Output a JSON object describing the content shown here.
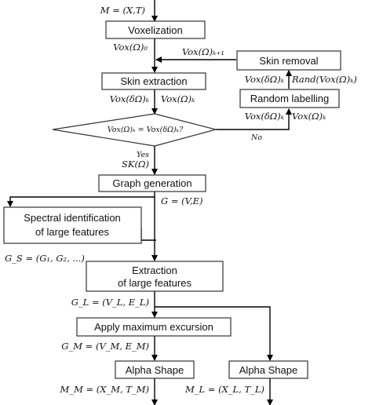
{
  "labels": {
    "input": "M = (X,T)",
    "vox0": "Vox(Ω)₀",
    "voxk1": "Vox(Ω)ₖ₊₁",
    "skin_out_left": "Vox(δΩ)ₖ",
    "skin_out_right": "Vox(Ω)ₖ",
    "rand_vox_left": "Vox(δΩ)ₖ",
    "rand_vox_right": "Rand(Vox(Ω)ₖ)",
    "no_vox_left": "Vox(δΩ)ₖ",
    "no_vox_right": "Vox(Ω)ₖ",
    "no": "No",
    "yes": "Yes",
    "sk": "SK(Ω)",
    "g": "G = (V,E)",
    "gs": "G_S = (G₁, G₂, ...)",
    "gl": "G_L = (V_L, E_L)",
    "gm": "G_M = (V_M, E_M)",
    "mm": "M_M = (X_M, T_M)",
    "ml": "M_L = (X_L, T_L)"
  },
  "boxes": {
    "voxelization": "Voxelization",
    "skin_removal": "Skin removal",
    "skin_extraction": "Skin extraction",
    "random_labelling": "Random labelling",
    "decision": "Vox(Ω)ₖ = Vox(δΩ)ₖ?",
    "graph_generation": "Graph generation",
    "spectral_line1": "Spectral identification",
    "spectral_line2": "of large features",
    "extraction_line1": "Extraction",
    "extraction_line2": "of large features",
    "max_excursion": "Apply maximum excursion",
    "alpha_left": "Alpha Shape",
    "alpha_right": "Alpha Shape"
  }
}
